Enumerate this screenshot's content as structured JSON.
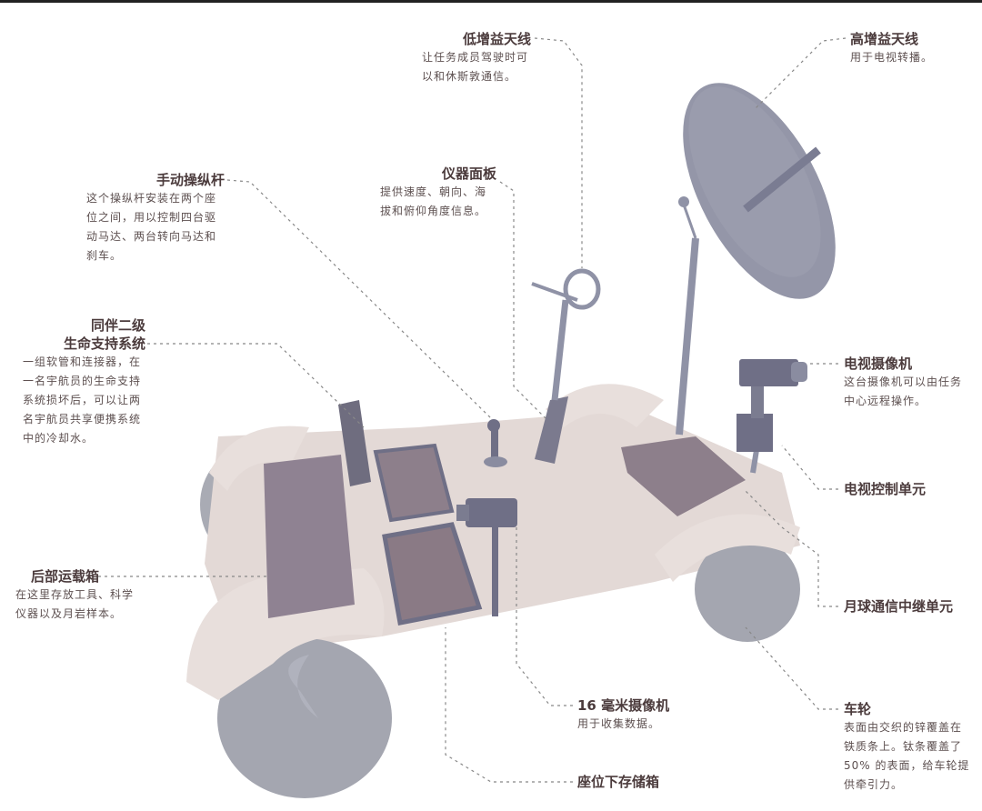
{
  "callouts": {
    "low_gain_antenna": {
      "title": "低增益天线",
      "desc": [
        "让任务成员驾驶时可",
        "以和休斯敦通信。"
      ]
    },
    "high_gain_antenna": {
      "title": "高增益天线",
      "desc": [
        "用于电视转播。"
      ]
    },
    "instrument_panel": {
      "title": "仪器面板",
      "desc": [
        "提供速度、朝向、海",
        "拔和俯仰角度信息。"
      ]
    },
    "hand_controller": {
      "title": "手动操纵杆",
      "desc": [
        "这个操纵杆安装在两个座",
        "位之间，用以控制四台驱",
        "动马达、两台转向马达和",
        "刹车。"
      ]
    },
    "buddy_life_support": {
      "title": [
        "同伴二级",
        "生命支持系统"
      ],
      "desc": [
        "一组软管和连接器，在",
        "一名宇航员的生命支持",
        "系统损坏后，可以让两",
        "名宇航员共享便携系统",
        "中的冷却水。"
      ]
    },
    "tv_camera": {
      "title": "电视摄像机",
      "desc": [
        "这台摄像机可以由任务",
        "中心远程操作。"
      ]
    },
    "tv_control_unit": {
      "title": "电视控制单元"
    },
    "lunar_comm_relay": {
      "title": "月球通信中继单元"
    },
    "rear_payload": {
      "title": "后部运载箱",
      "desc": [
        "在这里存放工具、科学",
        "仪器以及月岩样本。"
      ]
    },
    "camera_16mm": {
      "title": "16 毫米摄像机",
      "desc": [
        "用于收集数据。"
      ]
    },
    "wheel": {
      "title": "车轮",
      "desc": [
        "表面由交织的锌覆盖在",
        "铁质条上。钛条覆盖了",
        "50% 的表面，给车轮提",
        "供牵引力。"
      ]
    },
    "under_seat_storage": {
      "title": "座位下存储箱"
    }
  },
  "colors": {
    "body": "#e3d9d6",
    "seat": "#8d7f8b",
    "metal": "#8f92a6",
    "wheel": "#a4a6b0",
    "text": "#4b3b3c"
  }
}
